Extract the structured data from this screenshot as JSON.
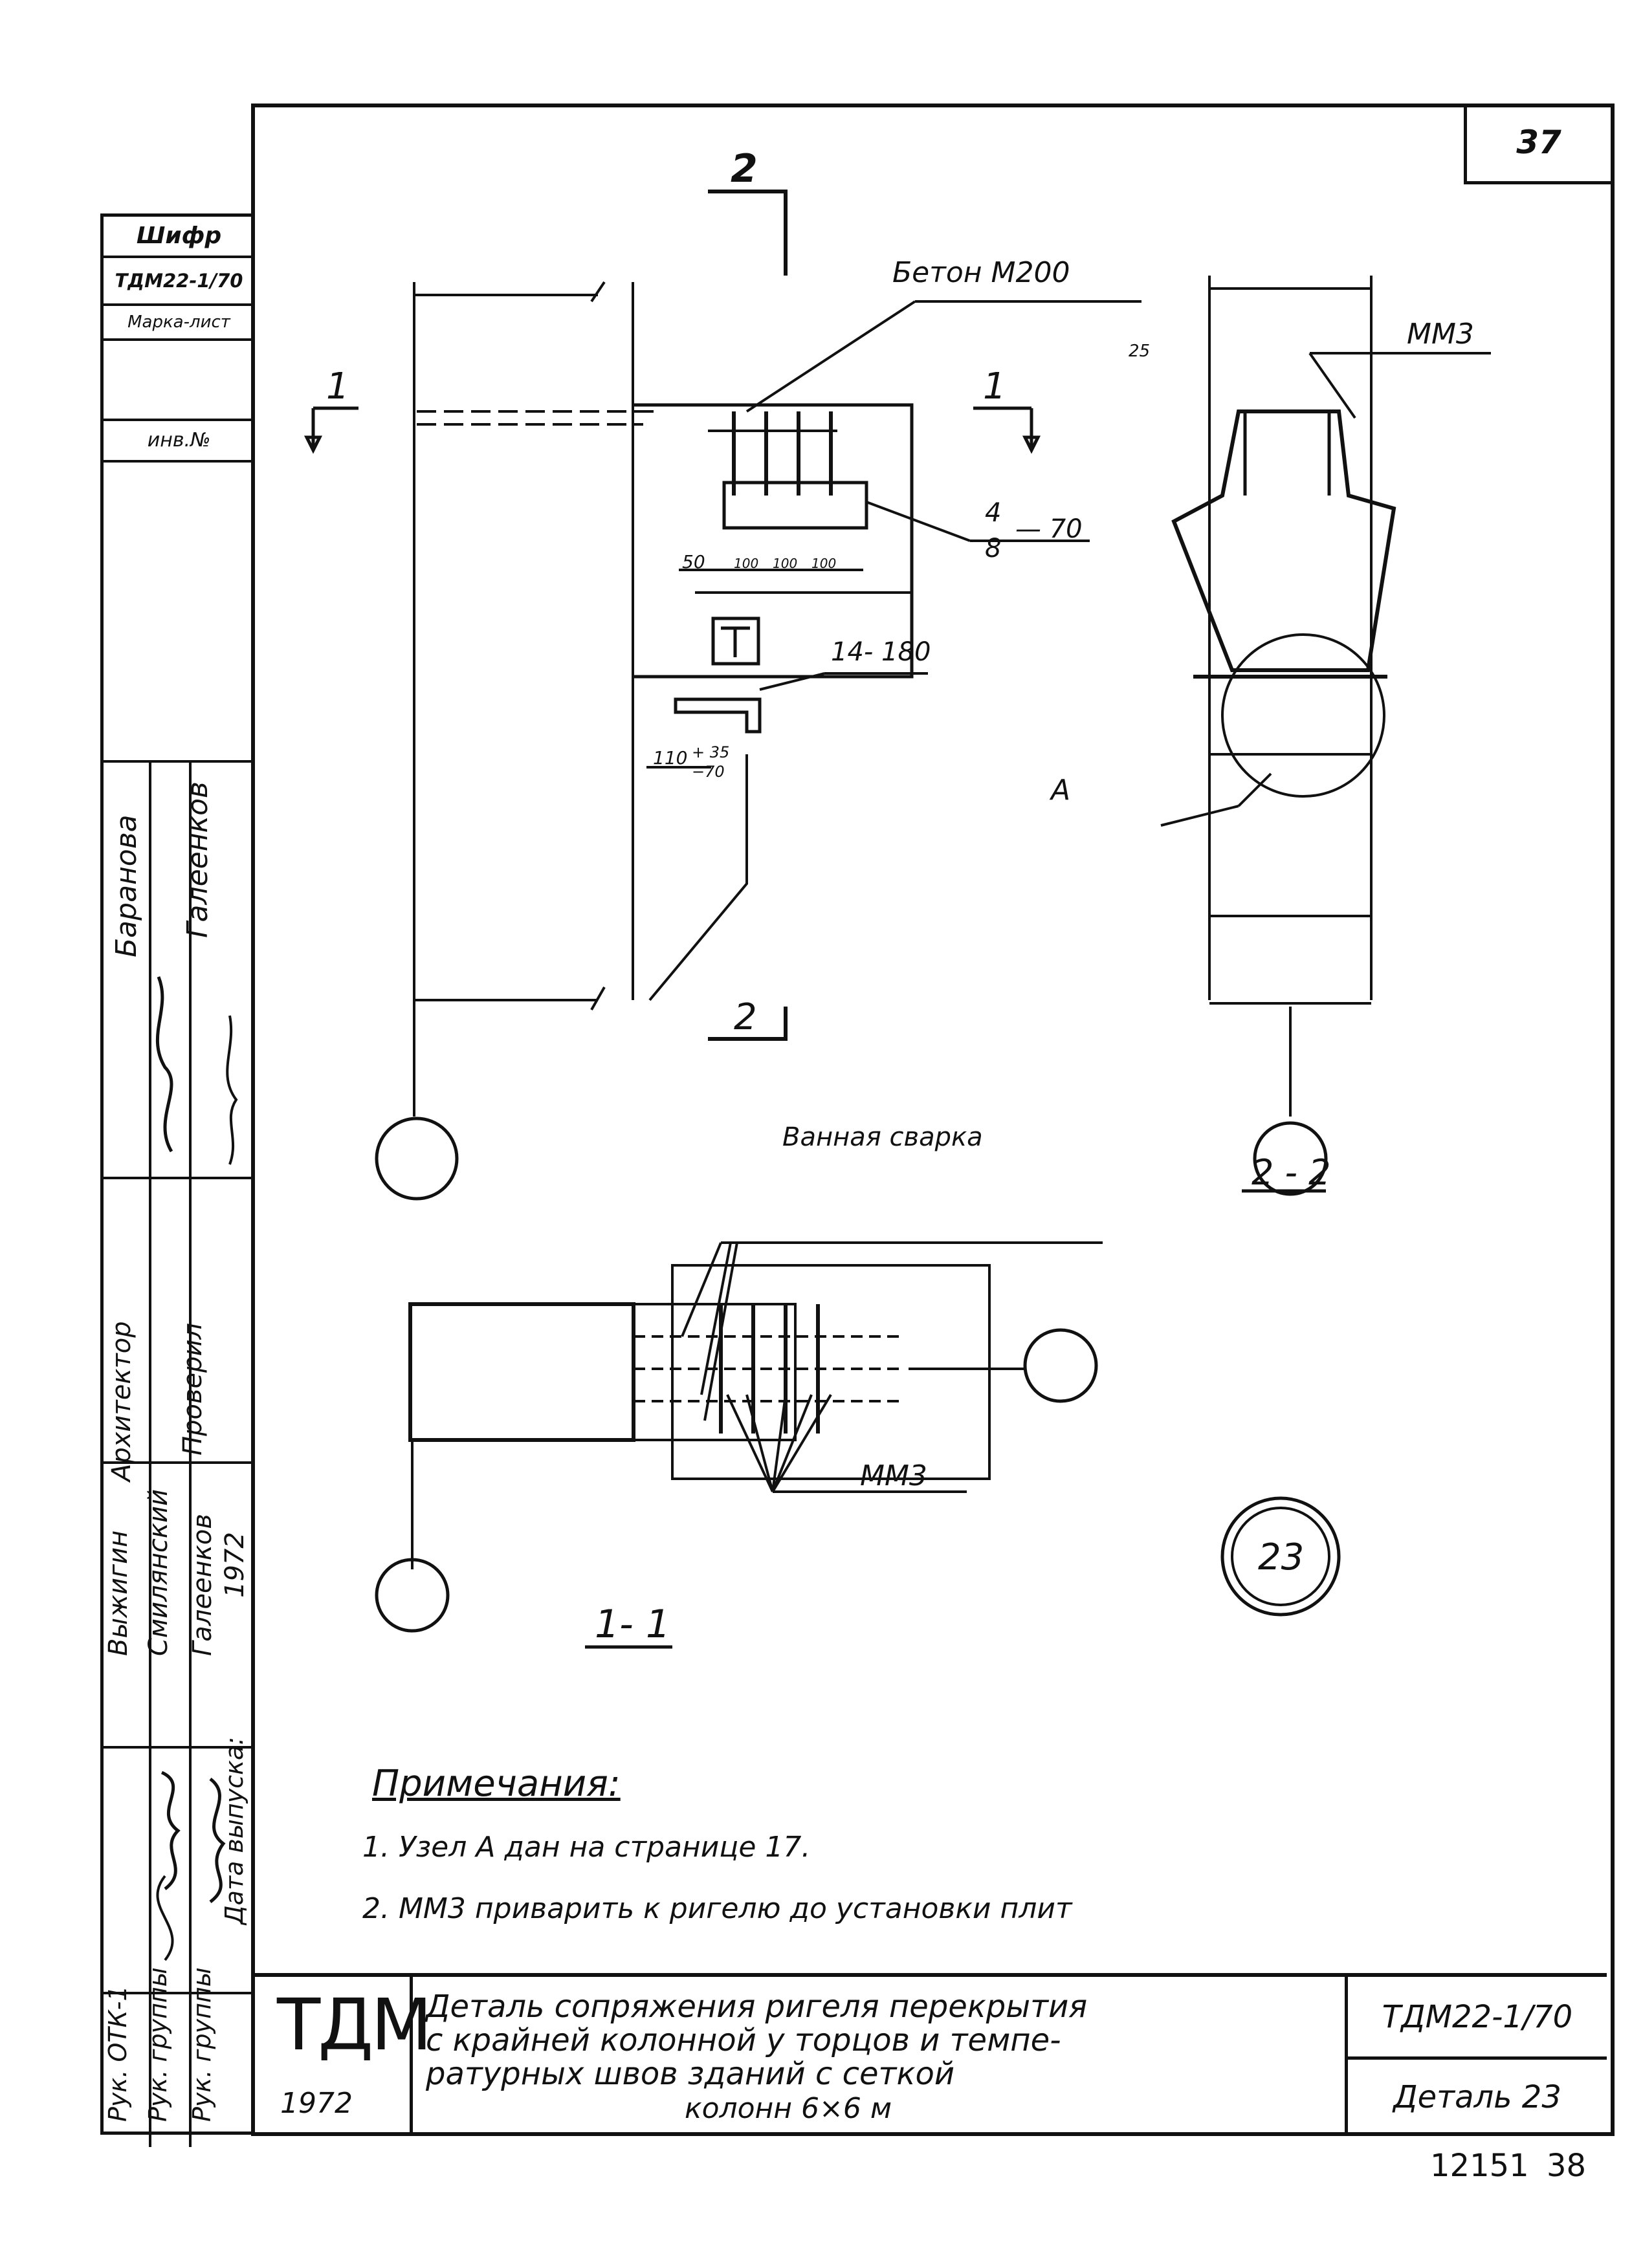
{
  "sheet": {
    "page_number": "37",
    "footer_number": "12151",
    "footer_page": "38"
  },
  "side_stamp": {
    "header": "Шифр",
    "code": "ТДМ22-1/70",
    "sheet_mark": "Марка-лист",
    "inv_no": "инв.№",
    "roles": [
      "Рук. ОТК-1",
      "Рук. группы",
      "Рук. группы",
      "Архитектор",
      "Проверил"
    ],
    "names": [
      "Выжигин",
      "Смилянский",
      "Галеенков",
      "Баранова",
      "Галеенков"
    ],
    "date_label": "Дата выпуска:",
    "date_value": "1972"
  },
  "drawing": {
    "section_marks": [
      "1",
      "1",
      "2",
      "2"
    ],
    "concrete_label": "Бетон М200",
    "mmz": "ММ3",
    "weld_frac_top": "4",
    "weld_frac_bottom": "8",
    "weld_len": "— 70",
    "weld_14": "14- 180",
    "dims": [
      "50",
      "100",
      "100",
      "100"
    ],
    "dim_110": "110",
    "dim_25": "25",
    "level_plus": "+ 35",
    "level_minus": "−70",
    "node_label": "А",
    "view_2_2": "2 - 2",
    "view_1_1": "1- 1",
    "bath_weld": "Ванная сварка",
    "detail_number": "23"
  },
  "notes": {
    "title": "Примечания:",
    "items": [
      "1. Узел А дан на странице 17.",
      "2. ММ3 приварить к ригелю до установки плит"
    ]
  },
  "title_block": {
    "logo": "ТДМ",
    "year": "1972",
    "description_lines": [
      "Деталь сопряжения ригеля перекрытия",
      "с крайней колонной у торцов и темпе-",
      "ратурных швов зданий с сеткой",
      "колонн 6×6 м"
    ],
    "code": "ТДМ22-1/70",
    "detail": "Деталь 23"
  }
}
